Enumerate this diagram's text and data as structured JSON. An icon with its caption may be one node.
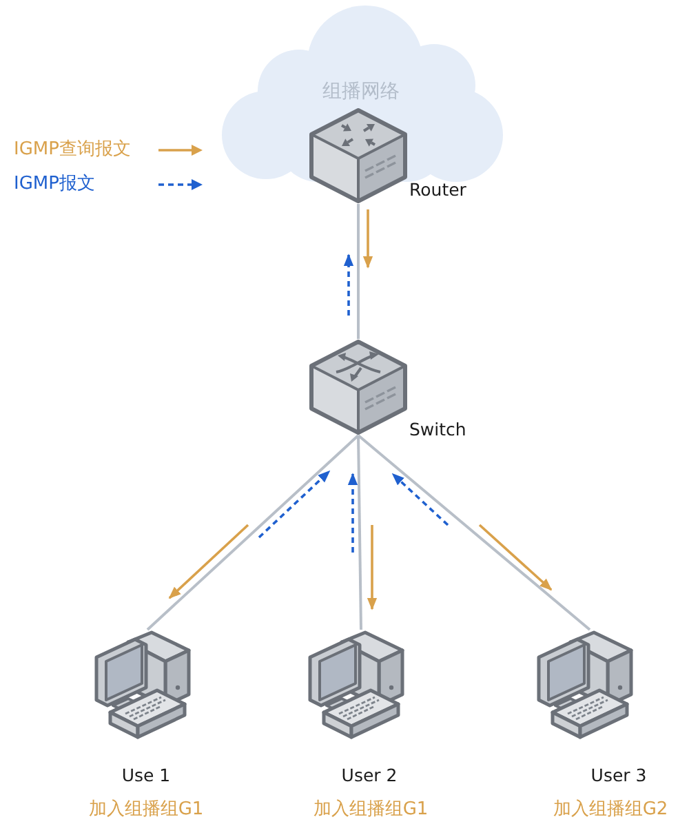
{
  "diagram": {
    "nodes": [
      {
        "text": [
          "组播网络"
        ]
      },
      {
        "text": [],
        "shape": "picture",
        "beside": [
          "Router"
        ]
      },
      {
        "text": [],
        "shape": "picture",
        "beside": [
          "Switch"
        ]
      },
      {
        "text": [],
        "shape": "picture",
        "beside": [
          "Use 1",
          "加入组播组G1"
        ]
      },
      {
        "text": [],
        "shape": "picture",
        "beside": [
          "User 2",
          "加入组播组G1"
        ]
      },
      {
        "text": [],
        "shape": "picture",
        "beside": [
          "User 3",
          "加入组播组G2"
        ]
      }
    ],
    "edges": [
      {
        "from": 1,
        "to": 2,
        "arrow": "none"
      },
      {
        "from": 2,
        "to": 3,
        "arrow": "none"
      },
      {
        "from": 2,
        "to": 4,
        "arrow": "none"
      },
      {
        "from": 2,
        "to": 5,
        "arrow": "none"
      }
    ],
    "legend": [
      {
        "text": "IGMP查询报文"
      },
      {
        "text": "IGMP报文"
      }
    ]
  }
}
